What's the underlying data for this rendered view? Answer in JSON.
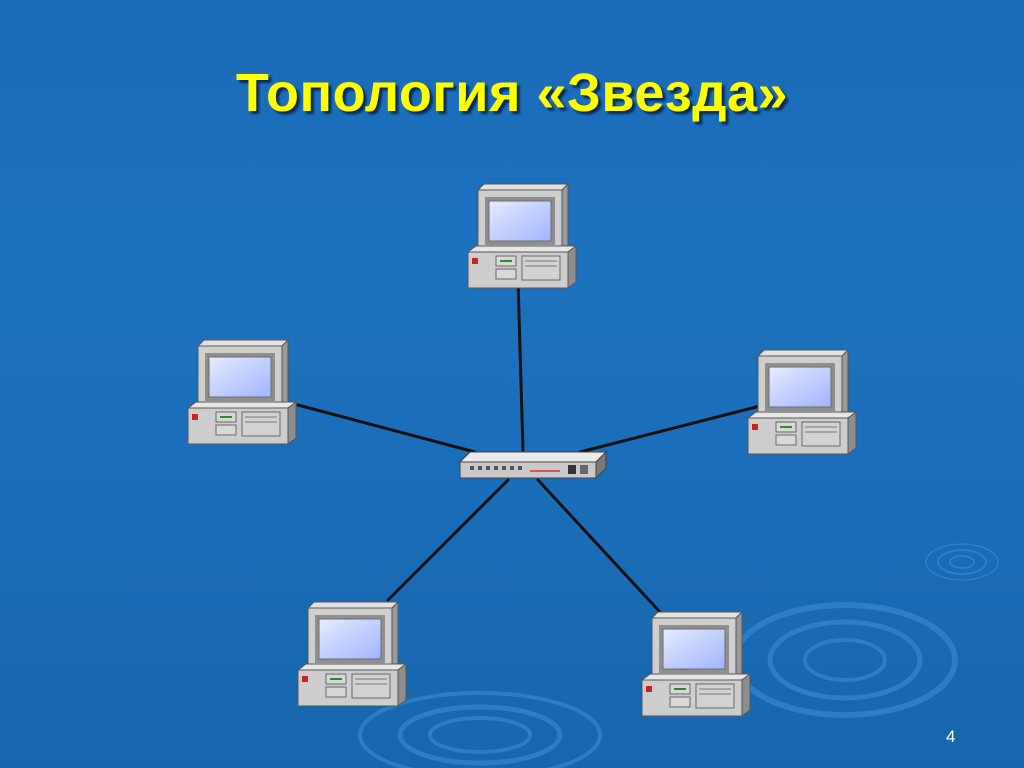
{
  "slide": {
    "title": "Топология «Звезда»",
    "page_number": "4"
  },
  "diagram": {
    "topology": "star",
    "hub_icon": "network-hub-icon",
    "node_icon": "desktop-computer-icon",
    "node_count": 5,
    "colors": {
      "background": "#1a6bb8",
      "title": "#ffff00",
      "link": "#111111",
      "screen": "#b8c8ff",
      "case": "#c8c8c8"
    }
  }
}
